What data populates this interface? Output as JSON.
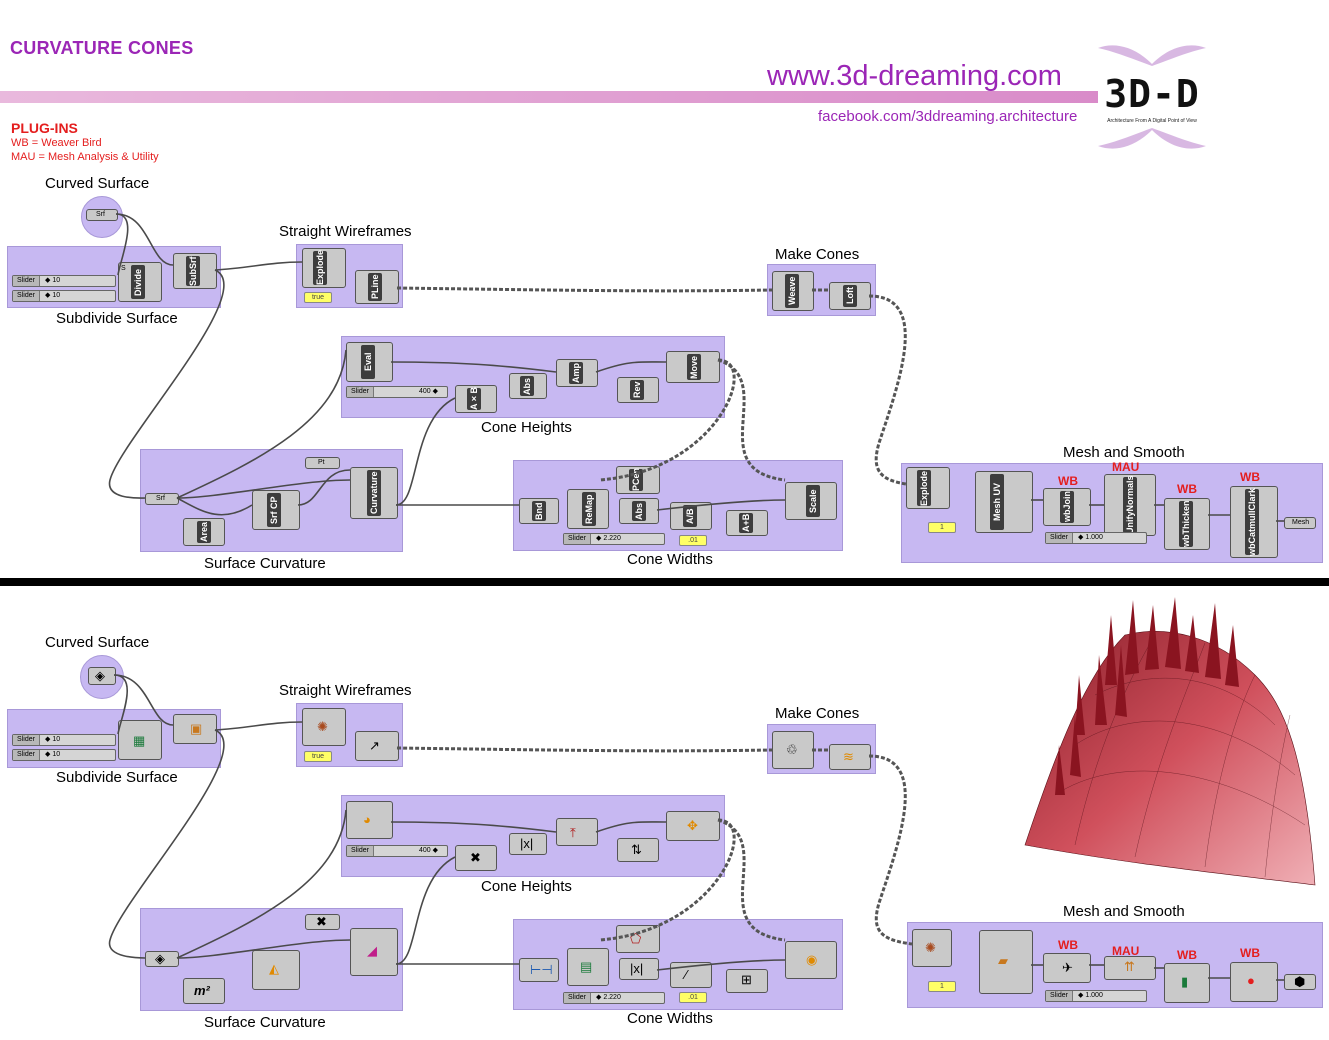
{
  "title": "CURVATURE CONES",
  "header": {
    "site": "www.3d-dreaming.com",
    "facebook": "facebook.com/3ddreaming.architecture",
    "logo_text": "3D-D",
    "logo_tagline": "Architecture From A Digital Point of View"
  },
  "plugins": {
    "heading": "PLUG-INS",
    "lines": [
      "WB = Weaver Bird",
      "MAU = Mesh Analysis & Utility"
    ]
  },
  "groups": {
    "curved_surface": "Curved Surface",
    "subdivide_surface": "Subdivide Surface",
    "straight_wireframes": "Straight Wireframes",
    "make_cones": "Make Cones",
    "cone_heights": "Cone Heights",
    "surface_curvature": "Surface Curvature",
    "cone_widths": "Cone Widths",
    "mesh_and_smooth": "Mesh and Smooth"
  },
  "plugin_tags": {
    "wb": "WB",
    "mau": "MAU"
  },
  "components": {
    "srf": "Srf",
    "divide": "Divide",
    "subsrf": "SubSrf",
    "explode": "Explode",
    "pline": "PLine",
    "weave": "Weave",
    "loft": "Loft",
    "eval": "Eval",
    "amp": "Amp",
    "move": "Move",
    "abs": "Abs",
    "rev": "Rev",
    "adivb": "A/B",
    "axb": "A×B",
    "aplusb": "A+B",
    "pt": "Pt",
    "curvature": "Curvature",
    "area": "Area",
    "srfcp": "Srf CP",
    "bnd": "Bnd",
    "remap": "ReMap",
    "pcen": "PCen",
    "scale": "Scale",
    "meshuv": "Mesh UV",
    "wbjoin": "wbJoin",
    "unifynormals": "UnifyNormals",
    "wbthicken": "wbThicken",
    "wbcatmullclark": "wbCatmullClark",
    "mesh": "Mesh"
  },
  "sliders": {
    "label": "Slider",
    "u_count": "◆ 10",
    "v_count": "◆ 10",
    "height": "400 ◆",
    "width": "◆ 2.220",
    "thickness": "◆ 1.000"
  },
  "panels": {
    "bool": "true",
    "one": "1",
    "small": ".01"
  },
  "colors": {
    "group_fill": "#c7b8f2",
    "title": "#9b26b6",
    "plugin_red": "#e41e1e",
    "mesh_red": "#c0303c"
  }
}
